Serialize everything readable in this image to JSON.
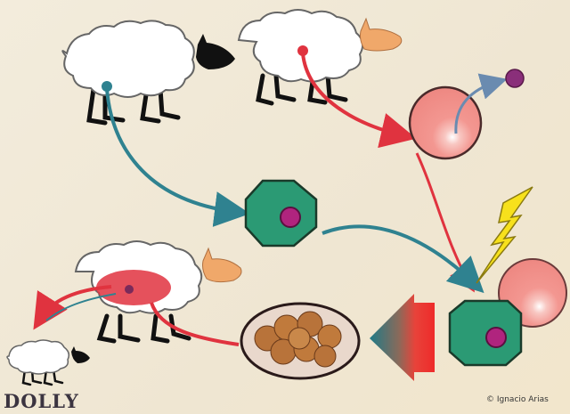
{
  "diagram": {
    "title": "Dolly cloning process",
    "label": "DOLLY",
    "credit": "© Ignacio Arias",
    "colors": {
      "background": "#f1ead8",
      "wool": "#ffffff",
      "outline": "#555555",
      "black_face": "#111111",
      "tan_face": "#f0a86a",
      "red_arrow": "#e0333f",
      "teal_arrow": "#2f8290",
      "egg_cell": "#f18c87",
      "somatic_cell": "#2b9a74",
      "nucleus": "#b0247e",
      "lightning": "#f7e11c",
      "embryo": "#b8733a",
      "dish": "#e9d8cc"
    },
    "elements": [
      {
        "id": "donor-sheep",
        "description": "White sheep with black face (cell donor)"
      },
      {
        "id": "egg-donor-sheep",
        "description": "White sheep with tan face (egg donor)"
      },
      {
        "id": "egg-cell",
        "description": "Pink egg cell with nucleus being removed"
      },
      {
        "id": "removed-nucleus",
        "description": "Extracted purple nucleus"
      },
      {
        "id": "somatic-cell",
        "description": "Green udder cell with nucleus"
      },
      {
        "id": "electric-pulse",
        "description": "Yellow lightning bolt fusing cells"
      },
      {
        "id": "fused-cells",
        "description": "Green cell merging with enucleated pink egg"
      },
      {
        "id": "embryo-dish",
        "description": "Dish with developing embryo"
      },
      {
        "id": "transfer-arrow",
        "description": "Gradient arrow pointing left"
      },
      {
        "id": "surrogate-sheep",
        "description": "Tan-face surrogate sheep with uterus"
      },
      {
        "id": "dolly-lamb",
        "description": "Newborn lamb Dolly with black face"
      }
    ]
  }
}
